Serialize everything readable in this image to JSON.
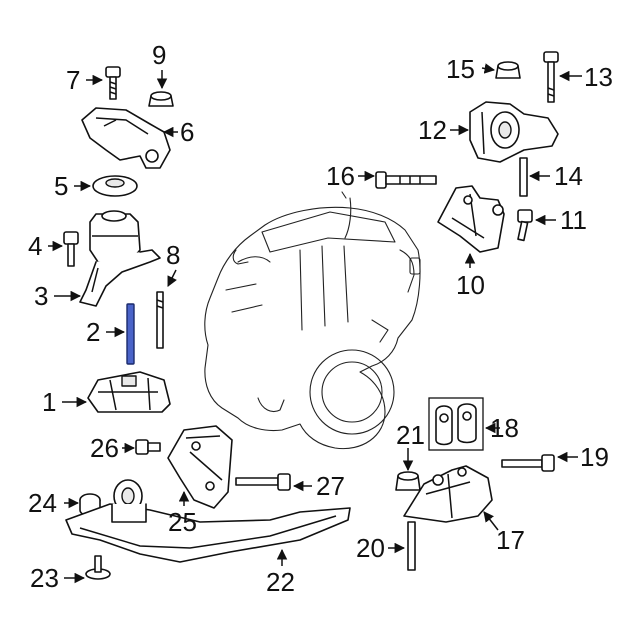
{
  "callouts": [
    {
      "id": "1",
      "label": "1"
    },
    {
      "id": "2",
      "label": "2"
    },
    {
      "id": "3",
      "label": "3"
    },
    {
      "id": "4",
      "label": "4"
    },
    {
      "id": "5",
      "label": "5"
    },
    {
      "id": "6",
      "label": "6"
    },
    {
      "id": "7",
      "label": "7"
    },
    {
      "id": "8",
      "label": "8"
    },
    {
      "id": "9",
      "label": "9"
    },
    {
      "id": "10",
      "label": "10"
    },
    {
      "id": "11",
      "label": "11"
    },
    {
      "id": "12",
      "label": "12"
    },
    {
      "id": "13",
      "label": "13"
    },
    {
      "id": "14",
      "label": "14"
    },
    {
      "id": "15",
      "label": "15"
    },
    {
      "id": "16",
      "label": "16"
    },
    {
      "id": "17",
      "label": "17"
    },
    {
      "id": "18",
      "label": "18"
    },
    {
      "id": "19",
      "label": "19"
    },
    {
      "id": "20",
      "label": "20"
    },
    {
      "id": "21",
      "label": "21"
    },
    {
      "id": "22",
      "label": "22"
    },
    {
      "id": "23",
      "label": "23"
    },
    {
      "id": "24",
      "label": "24"
    },
    {
      "id": "25",
      "label": "25"
    },
    {
      "id": "26",
      "label": "26"
    },
    {
      "id": "27",
      "label": "27"
    }
  ],
  "highlight_color": "#4a63c8",
  "highlighted_part": "2"
}
